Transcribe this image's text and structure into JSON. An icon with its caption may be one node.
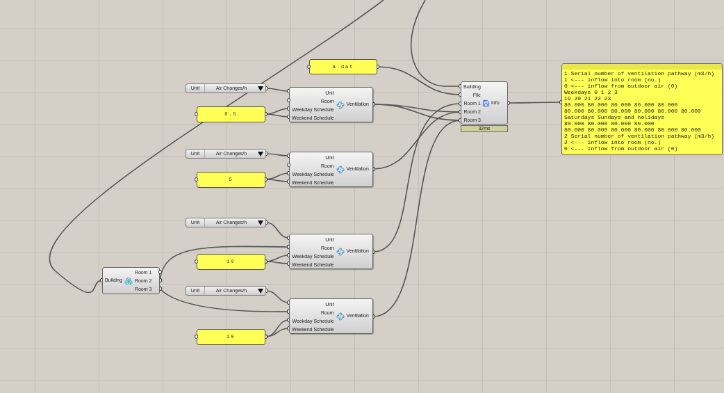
{
  "diagram": {
    "nodes": [
      {
        "text": [
          "a.dat"
        ]
      },
      {
        "text": [
          "Unit",
          "Air Changes/h"
        ]
      },
      {
        "text": [
          "0.5"
        ]
      },
      {
        "text": [
          "Unit",
          "Room",
          "Weekday Schedule",
          "Weekend Schedule",
          "Ventilation"
        ]
      },
      {
        "text": [
          "Building",
          "File",
          "Room 1",
          "Room 2",
          "Room 3",
          "Info"
        ],
        "beside": [
          "32ms"
        ]
      },
      {
        "text": [
          "1 Serial number of ventilation pathway (m3/h)",
          "1 <--- inflow into room (no.)",
          "0 <--- inflow from outdoor air (0)",
          "Weekdays 0 1 2 3",
          "19 20 21 22 23",
          "80.000 80.000 80.000 80.000 80.000",
          "80.000 80.000 80.000 80.000 80.000 80.000",
          "Saturdays Sundays and holidays",
          "80.000 80.000 80.000 80.000",
          "80.000 80.000 80.000 80.000 80.000 80.000",
          "2 Serial number of ventilation pathway (m3/h)",
          "2 <--- inflow into room (no.)",
          "0 <--- inflow from outdoor air (0)"
        ]
      },
      {
        "text": [
          "Unit",
          "Air Changes/h"
        ]
      },
      {
        "text": [
          "5"
        ]
      },
      {
        "text": [
          "Unit",
          "Room",
          "Weekday Schedule",
          "Weekend Schedule",
          "Ventilation"
        ]
      },
      {
        "text": [
          "Unit",
          "Air Changes/h"
        ]
      },
      {
        "text": [
          "Building",
          "Room 1",
          "Room 2",
          "Room 3"
        ]
      },
      {
        "text": [
          "10"
        ]
      },
      {
        "text": [
          "Unit",
          "Room",
          "Weekday Schedule",
          "Weekend Schedule",
          "Ventilation"
        ]
      },
      {
        "text": [
          "Unit",
          "Air Changes/h"
        ]
      },
      {
        "text": [
          "Unit",
          "Room",
          "Weekday Schedule",
          "Weekend Schedule",
          "Ventilation"
        ]
      },
      {
        "text": [
          "10"
        ]
      }
    ],
    "edges": [
      {
        "from": null,
        "to": 10,
        "arrow": "other"
      },
      {
        "from": null,
        "to": 4,
        "arrow": "other"
      },
      {
        "from": 0,
        "to": 4,
        "arrow": "other"
      },
      {
        "from": 1,
        "to": 3,
        "arrow": "other"
      },
      {
        "from": 2,
        "to": 3,
        "arrow": "other"
      },
      {
        "from": 2,
        "to": 3,
        "arrow": "other"
      },
      {
        "from": 3,
        "to": 4,
        "arrow": "other"
      },
      {
        "from": 3,
        "to": 4,
        "arrow": "other"
      },
      {
        "from": 4,
        "to": 5,
        "arrow": "other"
      },
      {
        "from": 6,
        "to": 8,
        "arrow": "other"
      },
      {
        "from": 7,
        "to": 8,
        "arrow": "other"
      },
      {
        "from": 7,
        "to": 8,
        "arrow": "other"
      },
      {
        "from": 8,
        "to": 4,
        "arrow": "other"
      },
      {
        "from": 9,
        "to": 12,
        "arrow": "other"
      },
      {
        "from": 11,
        "to": 12,
        "arrow": "other"
      },
      {
        "from": 11,
        "to": 12,
        "arrow": "other"
      },
      {
        "from": 10,
        "to": 12,
        "arrow": "other"
      },
      {
        "from": 12,
        "to": 4,
        "arrow": "other"
      },
      {
        "from": 13,
        "to": 14,
        "arrow": "other"
      },
      {
        "from": 15,
        "to": 14,
        "arrow": "other"
      },
      {
        "from": 15,
        "to": 14,
        "arrow": "other"
      },
      {
        "from": 10,
        "to": 14,
        "arrow": "other"
      },
      {
        "from": 14,
        "to": 4,
        "arrow": "other"
      }
    ]
  }
}
